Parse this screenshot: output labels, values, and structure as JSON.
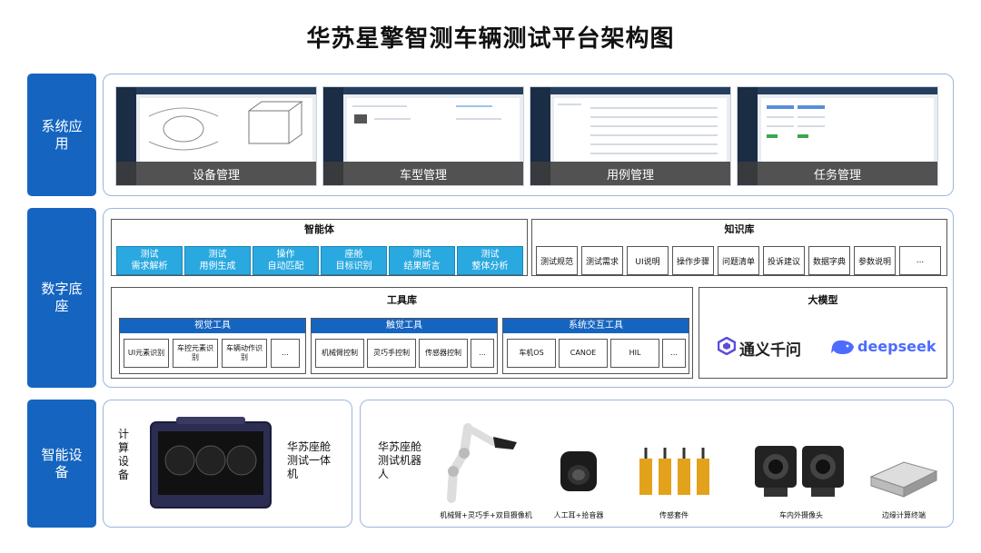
{
  "title": "华苏星擎智测车辆测试平台架构图",
  "sections": {
    "apps": "系统应用",
    "base": "数字底座",
    "devices": "智能设备"
  },
  "apps": [
    "设备管理",
    "车型管理",
    "用例管理",
    "任务管理"
  ],
  "agent": {
    "title": "智能体",
    "cells": [
      [
        "测试",
        "需求解析"
      ],
      [
        "测试",
        "用例生成"
      ],
      [
        "操作",
        "自动匹配"
      ],
      [
        "座舱",
        "目标识别"
      ],
      [
        "测试",
        "结果断言"
      ],
      [
        "测试",
        "整体分析"
      ]
    ]
  },
  "knowledge": {
    "title": "知识库",
    "cells": [
      "测试规范",
      "测试需求",
      "UI说明",
      "操作步骤",
      "问题清单",
      "投诉建议",
      "数据字典",
      "参数说明",
      "..."
    ]
  },
  "tools": {
    "title": "工具库",
    "groups": [
      {
        "title": "视觉工具",
        "cells": [
          [
            "UI元素识别"
          ],
          [
            "车控元素识",
            "别"
          ],
          [
            "车辆动作识",
            "别"
          ],
          [
            "..."
          ]
        ]
      },
      {
        "title": "触觉工具",
        "cells": [
          [
            "机械臂控制"
          ],
          [
            "灵巧手控制"
          ],
          [
            "传感器控制"
          ],
          [
            "..."
          ]
        ]
      },
      {
        "title": "系统交互工具",
        "cells": [
          [
            "车机OS"
          ],
          [
            "CANOE"
          ],
          [
            "HIL"
          ],
          [
            "..."
          ]
        ]
      }
    ]
  },
  "model": {
    "title": "大模型",
    "tongyi": "通义千问",
    "deepseek": "deepseek"
  },
  "devices": {
    "compute_label": "计算设备",
    "compute_caption": [
      "华苏座舱",
      "测试一体",
      "机"
    ],
    "robot_caption": [
      "华苏座舱",
      "测试机器",
      "人"
    ],
    "items": [
      "机械臂+灵巧手+双目摄像机",
      "人工耳+拾音器",
      "传感套件",
      "车内外摄像头",
      "边缘计算终端"
    ]
  },
  "colors": {
    "accent": "#1565c0",
    "cyan": "#2aa9e0",
    "border": "#9bb6dc"
  }
}
